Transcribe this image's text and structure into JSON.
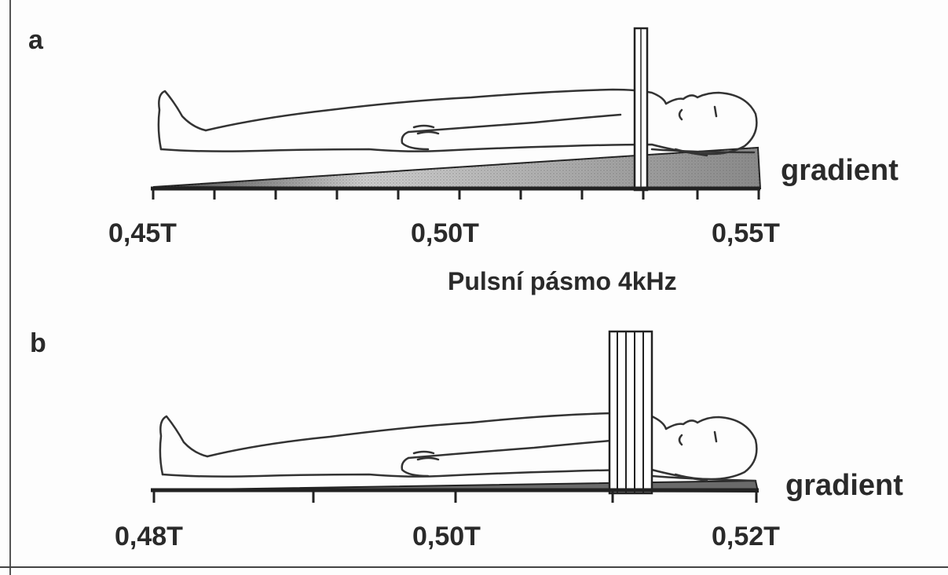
{
  "panels": [
    {
      "letter": "a",
      "gradient_label": "gradient",
      "ticks": [
        "0,45T",
        "0,50T",
        "0,55T"
      ],
      "pulse_label": "Pulsní pásmo 4kHz"
    },
    {
      "letter": "b",
      "gradient_label": "gradient",
      "ticks": [
        "0,48T",
        "0,50T",
        "0,52T"
      ]
    }
  ]
}
